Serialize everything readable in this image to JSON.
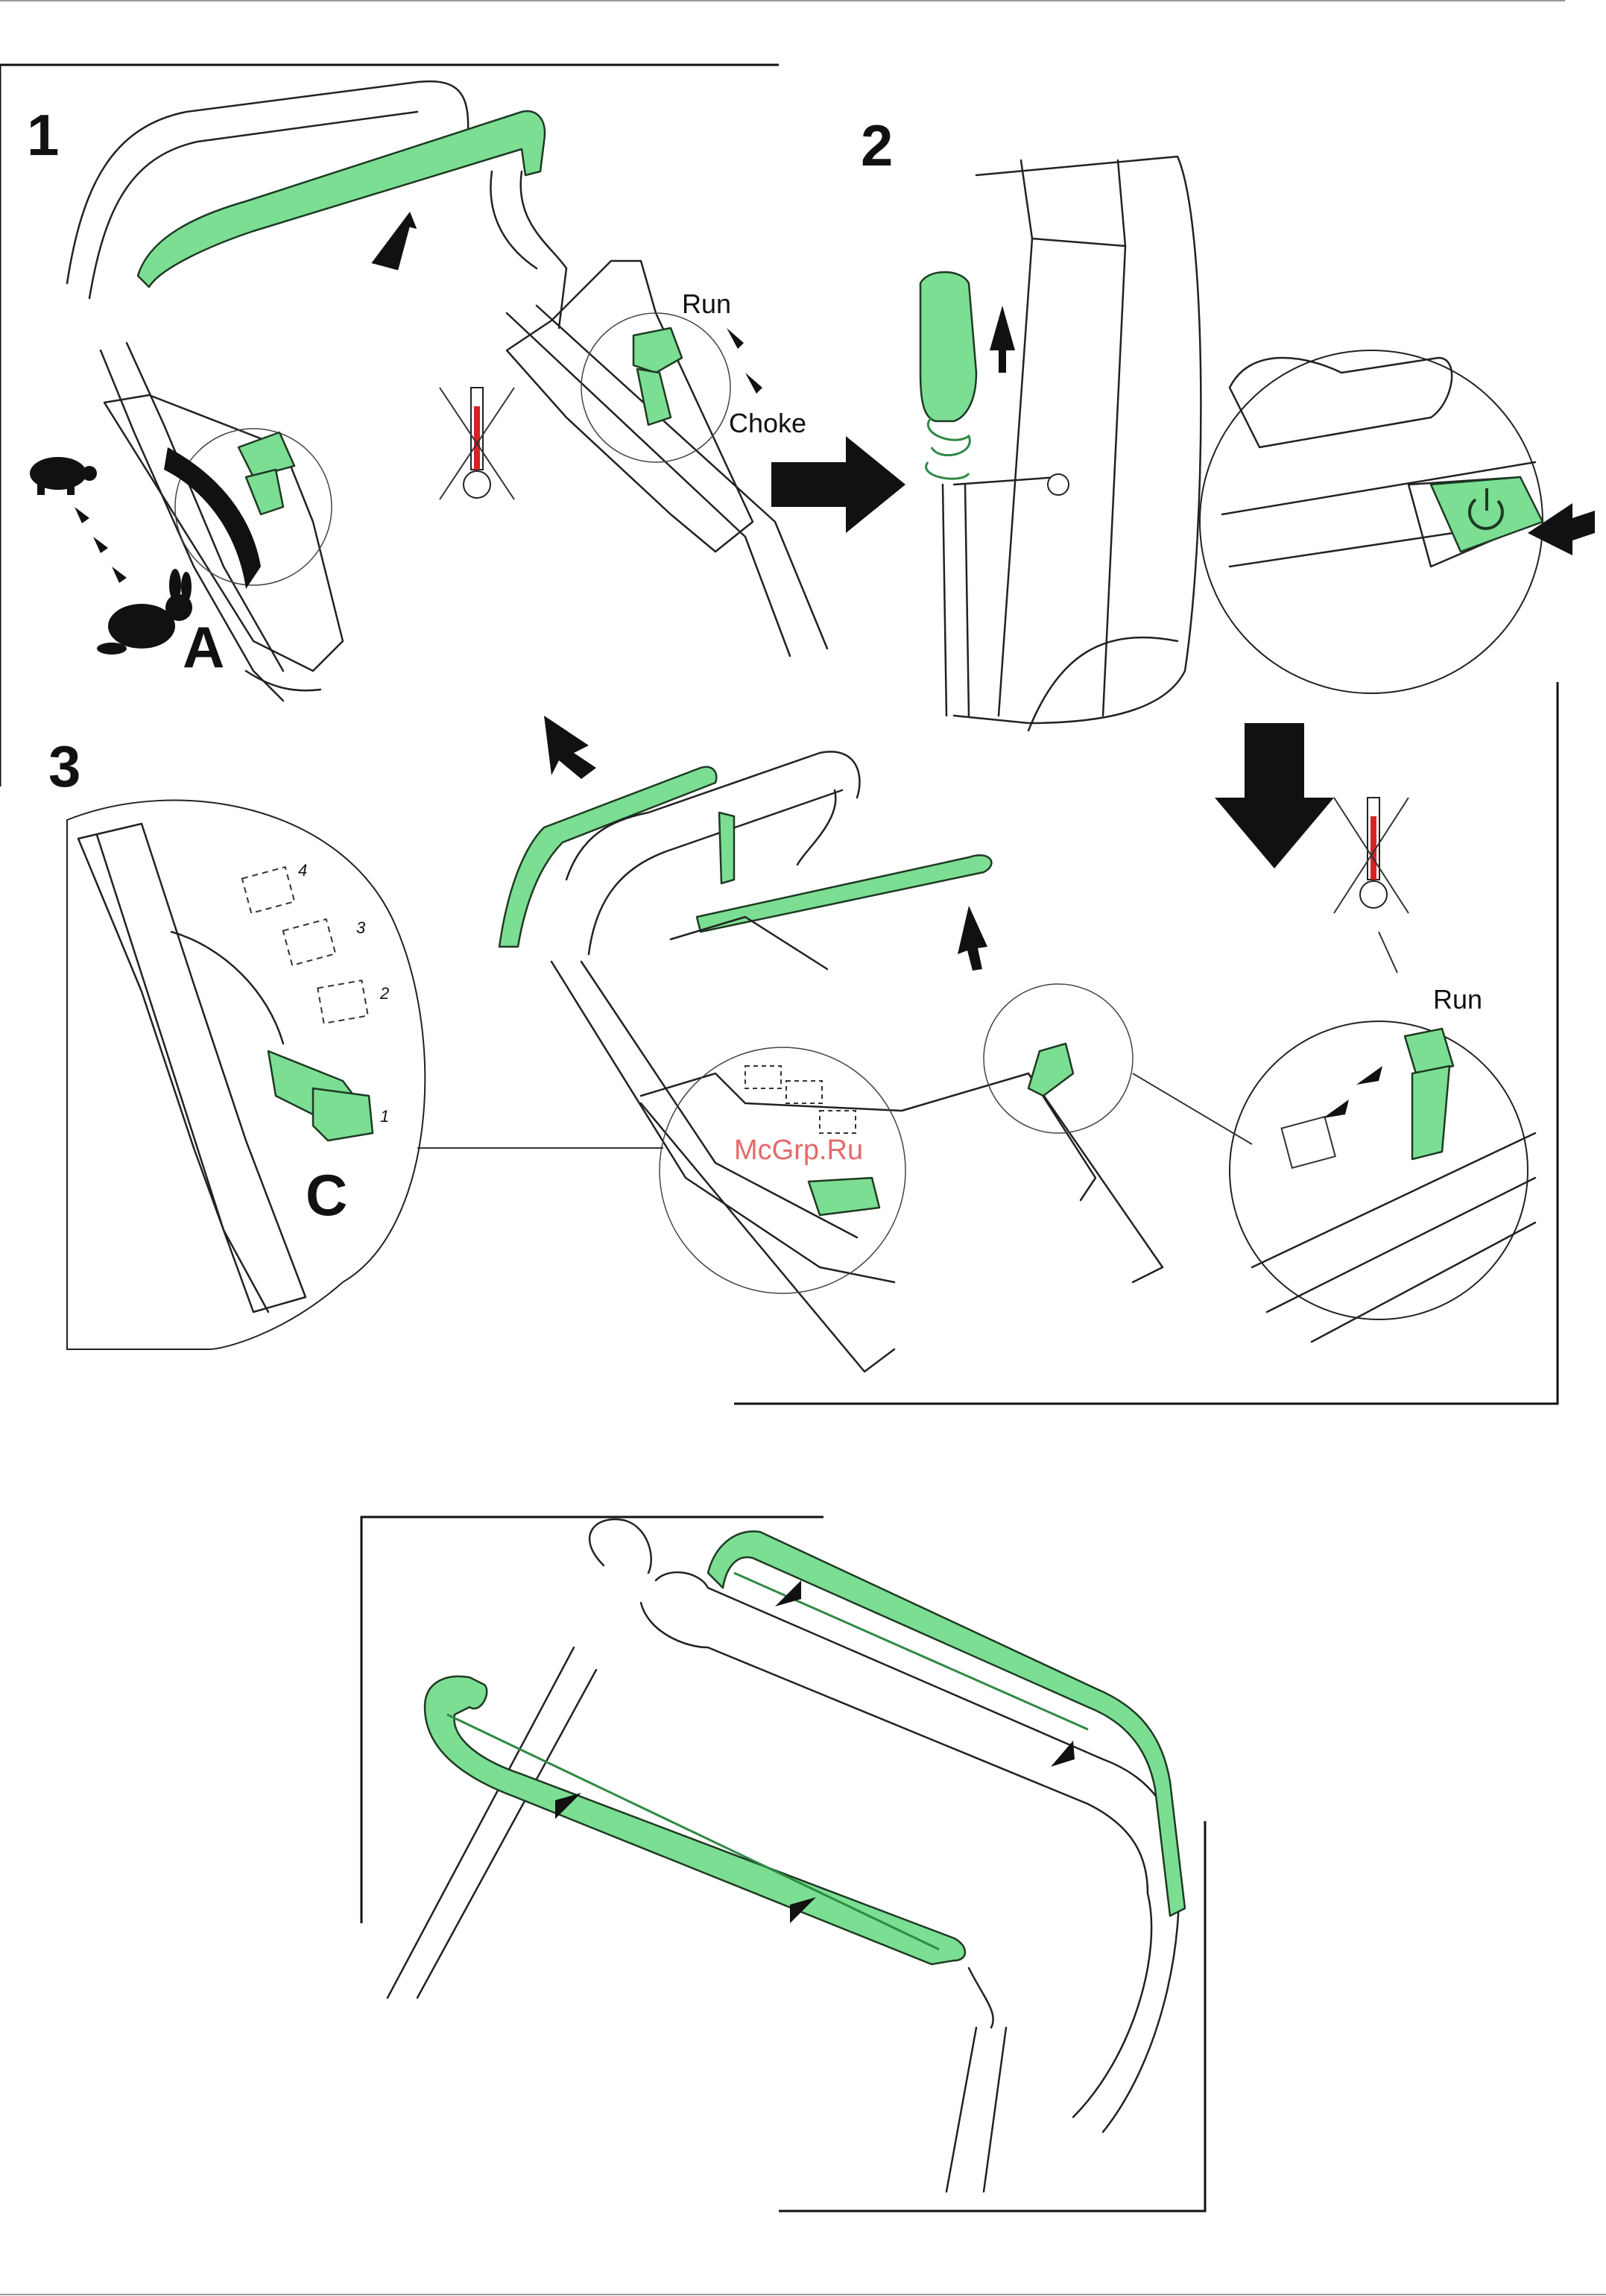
{
  "steps": {
    "s1": "1",
    "s2": "2",
    "s3": "3"
  },
  "labels": {
    "run_top": "Run",
    "choke": "Choke",
    "run_bottom": "Run",
    "callout_a": "A",
    "callout_c": "C",
    "pos_1": "1",
    "pos_2": "2",
    "pos_3": "3",
    "pos_4": "4"
  },
  "watermark": "McGrp.Ru",
  "colors": {
    "accent_green": "#7bde93",
    "outline": "#222222",
    "thermo_red": "#d42424",
    "watermark": "#e05050"
  },
  "icons": [
    "turtle-icon",
    "rabbit-icon",
    "cold-engine-crossed-icon",
    "power-button-icon",
    "arrow-icon"
  ]
}
